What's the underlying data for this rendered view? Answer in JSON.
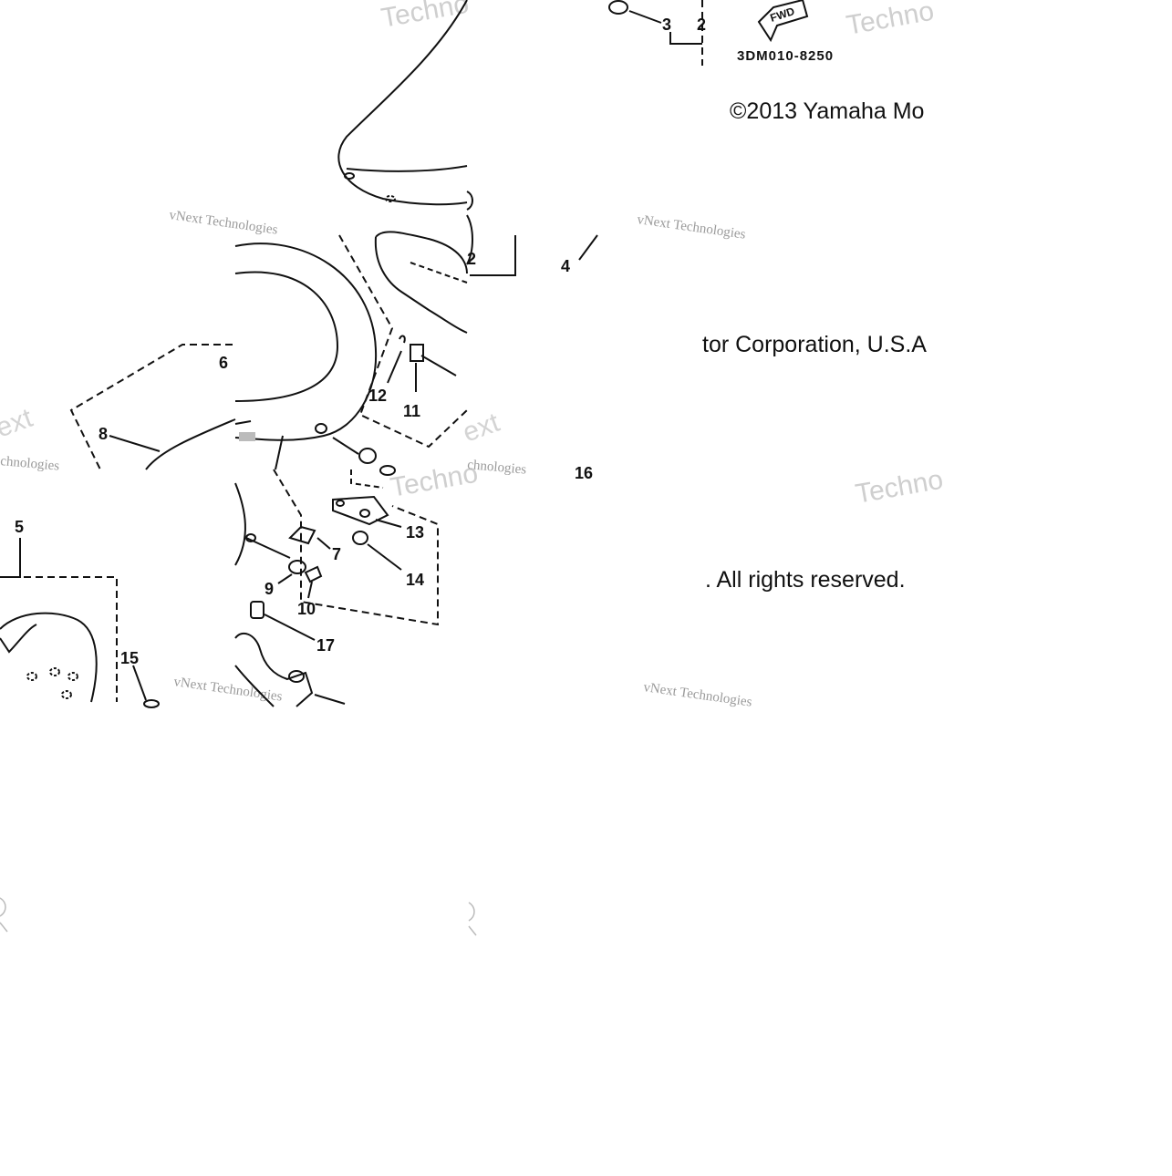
{
  "diagram": {
    "part_code": "3DM010-8250",
    "fwd_label": "FWD",
    "callouts": [
      "2",
      "3",
      "4",
      "5",
      "6",
      "7",
      "8",
      "9",
      "10",
      "11",
      "12",
      "13",
      "14",
      "15",
      "16",
      "17",
      "16"
    ],
    "copyright_fragments": [
      "©2013 Yamaha Mo",
      "tor Corporation, U.S.A",
      ". All rights reserved."
    ],
    "watermarks": {
      "brand_big": "Techno",
      "brand_small": "vNext Technologies",
      "brand_partial": "ext",
      "brand_partial2": "chnologies",
      "brand_partial3": "Technologies"
    }
  }
}
